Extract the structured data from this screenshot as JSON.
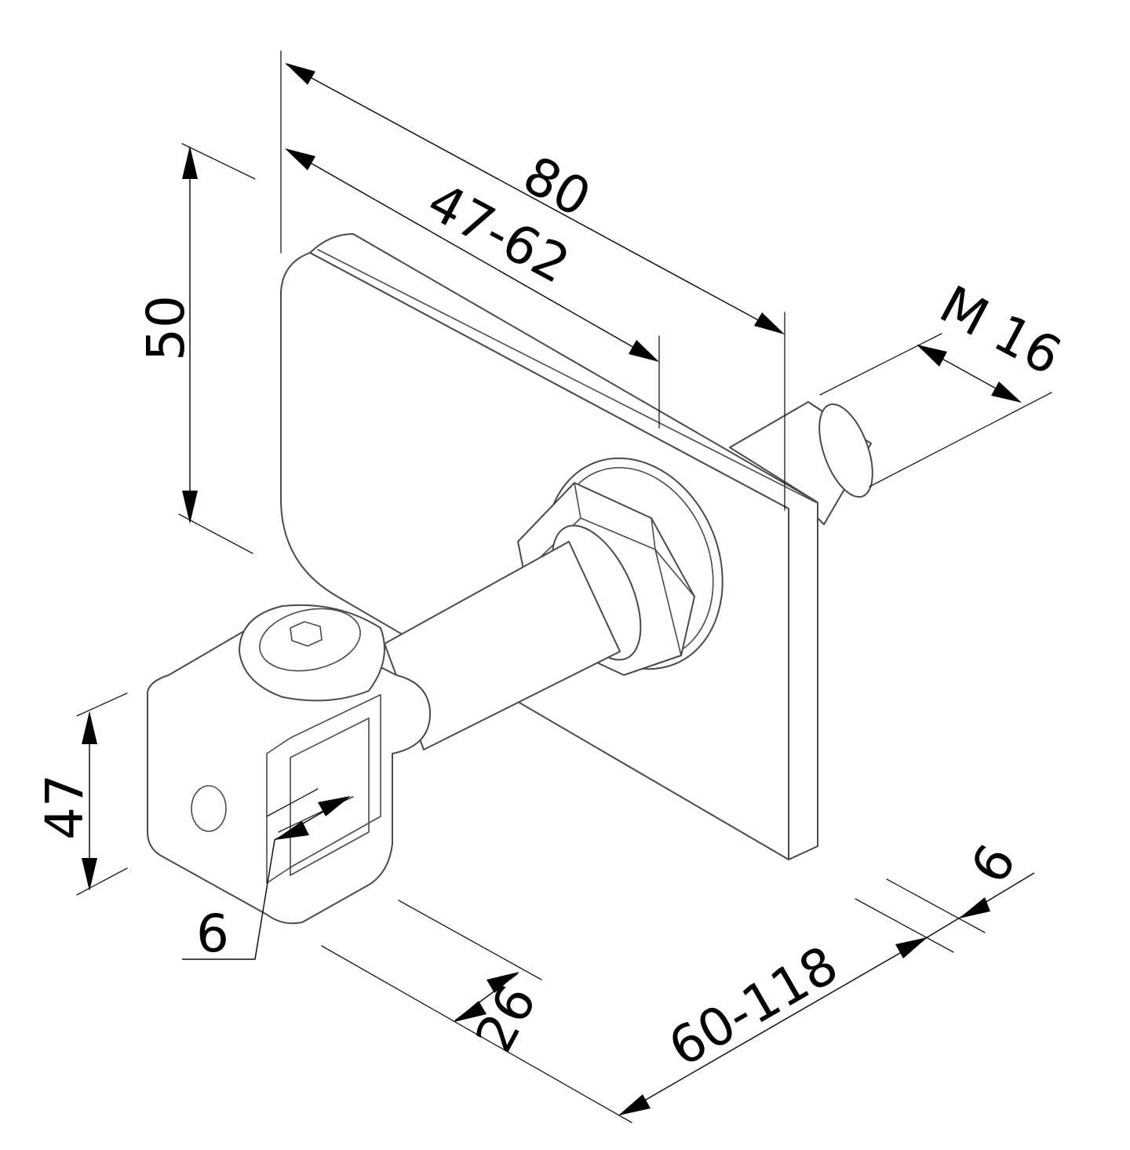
{
  "diagram": {
    "part": "adjustable-gate-hinge",
    "line_color": "#4a4a4a",
    "dimension_color": "#000000",
    "dimensions": {
      "d80": "80",
      "d47_62": "47-62",
      "d50": "50",
      "thread": "M 16",
      "d47": "47",
      "d6_slot": "6",
      "d26": "26",
      "d60_118": "60-118",
      "d6_plate": "6"
    }
  }
}
